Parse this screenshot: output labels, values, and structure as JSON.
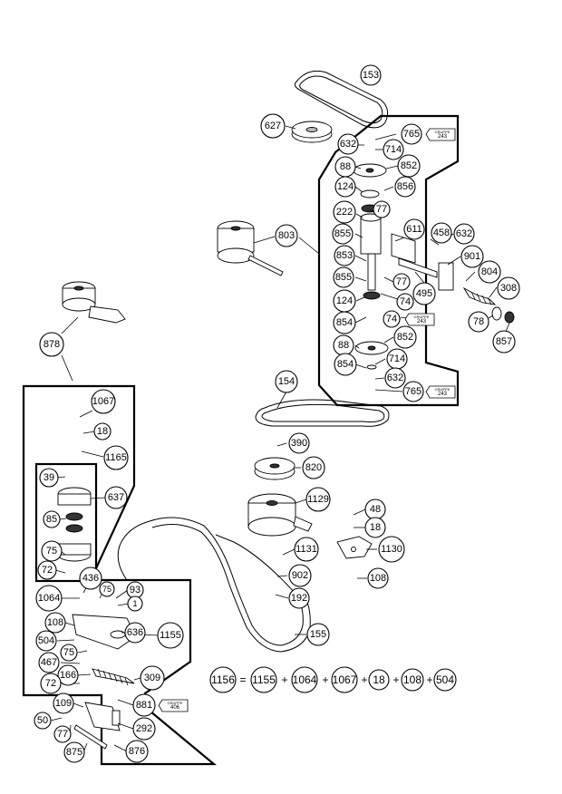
{
  "callouts": [
    {
      "label": "153"
    },
    {
      "label": "627"
    },
    {
      "label": "765"
    },
    {
      "label": "632"
    },
    {
      "label": "714"
    },
    {
      "label": "88"
    },
    {
      "label": "852"
    },
    {
      "label": "124"
    },
    {
      "label": "856"
    },
    {
      "label": "77"
    },
    {
      "label": "222"
    },
    {
      "label": "803"
    },
    {
      "label": "855"
    },
    {
      "label": "611"
    },
    {
      "label": "458"
    },
    {
      "label": "632"
    },
    {
      "label": "853"
    },
    {
      "label": "901"
    },
    {
      "label": "804"
    },
    {
      "label": "855"
    },
    {
      "label": "77"
    },
    {
      "label": "495"
    },
    {
      "label": "308"
    },
    {
      "label": "124"
    },
    {
      "label": "74"
    },
    {
      "label": "854"
    },
    {
      "label": "74"
    },
    {
      "label": "78"
    },
    {
      "label": "857"
    },
    {
      "label": "88"
    },
    {
      "label": "852"
    },
    {
      "label": "854"
    },
    {
      "label": "714"
    },
    {
      "label": "632"
    },
    {
      "label": "765"
    },
    {
      "label": "878"
    },
    {
      "label": "154"
    },
    {
      "label": "1067"
    },
    {
      "label": "18"
    },
    {
      "label": "390"
    },
    {
      "label": "1165"
    },
    {
      "label": "820"
    },
    {
      "label": "39"
    },
    {
      "label": "637"
    },
    {
      "label": "1129"
    },
    {
      "label": "85"
    },
    {
      "label": "48"
    },
    {
      "label": "18"
    },
    {
      "label": "75"
    },
    {
      "label": "1131"
    },
    {
      "label": "1130"
    },
    {
      "label": "72"
    },
    {
      "label": "902"
    },
    {
      "label": "108"
    },
    {
      "label": "436"
    },
    {
      "label": "75"
    },
    {
      "label": "93"
    },
    {
      "label": "1064"
    },
    {
      "label": "1"
    },
    {
      "label": "192"
    },
    {
      "label": "108"
    },
    {
      "label": "636"
    },
    {
      "label": "1155"
    },
    {
      "label": "155"
    },
    {
      "label": "504"
    },
    {
      "label": "75"
    },
    {
      "label": "467"
    },
    {
      "label": "166"
    },
    {
      "label": "309"
    },
    {
      "label": "72"
    },
    {
      "label": "109"
    },
    {
      "label": "881"
    },
    {
      "label": "50"
    },
    {
      "label": "292"
    },
    {
      "label": "77"
    },
    {
      "label": "875"
    },
    {
      "label": "876"
    }
  ],
  "tags": [
    {
      "top": "GRUPPE",
      "bottom": "243"
    },
    {
      "top": "GRUPPE",
      "bottom": "243"
    },
    {
      "top": "GRUPPE",
      "bottom": "243"
    },
    {
      "top": "GRUPPE",
      "bottom": "406"
    }
  ],
  "formula": {
    "result": "1156",
    "equals": "=",
    "plus": "+",
    "terms": [
      "1155",
      "1064",
      "1067",
      "18",
      "108",
      "504"
    ]
  }
}
